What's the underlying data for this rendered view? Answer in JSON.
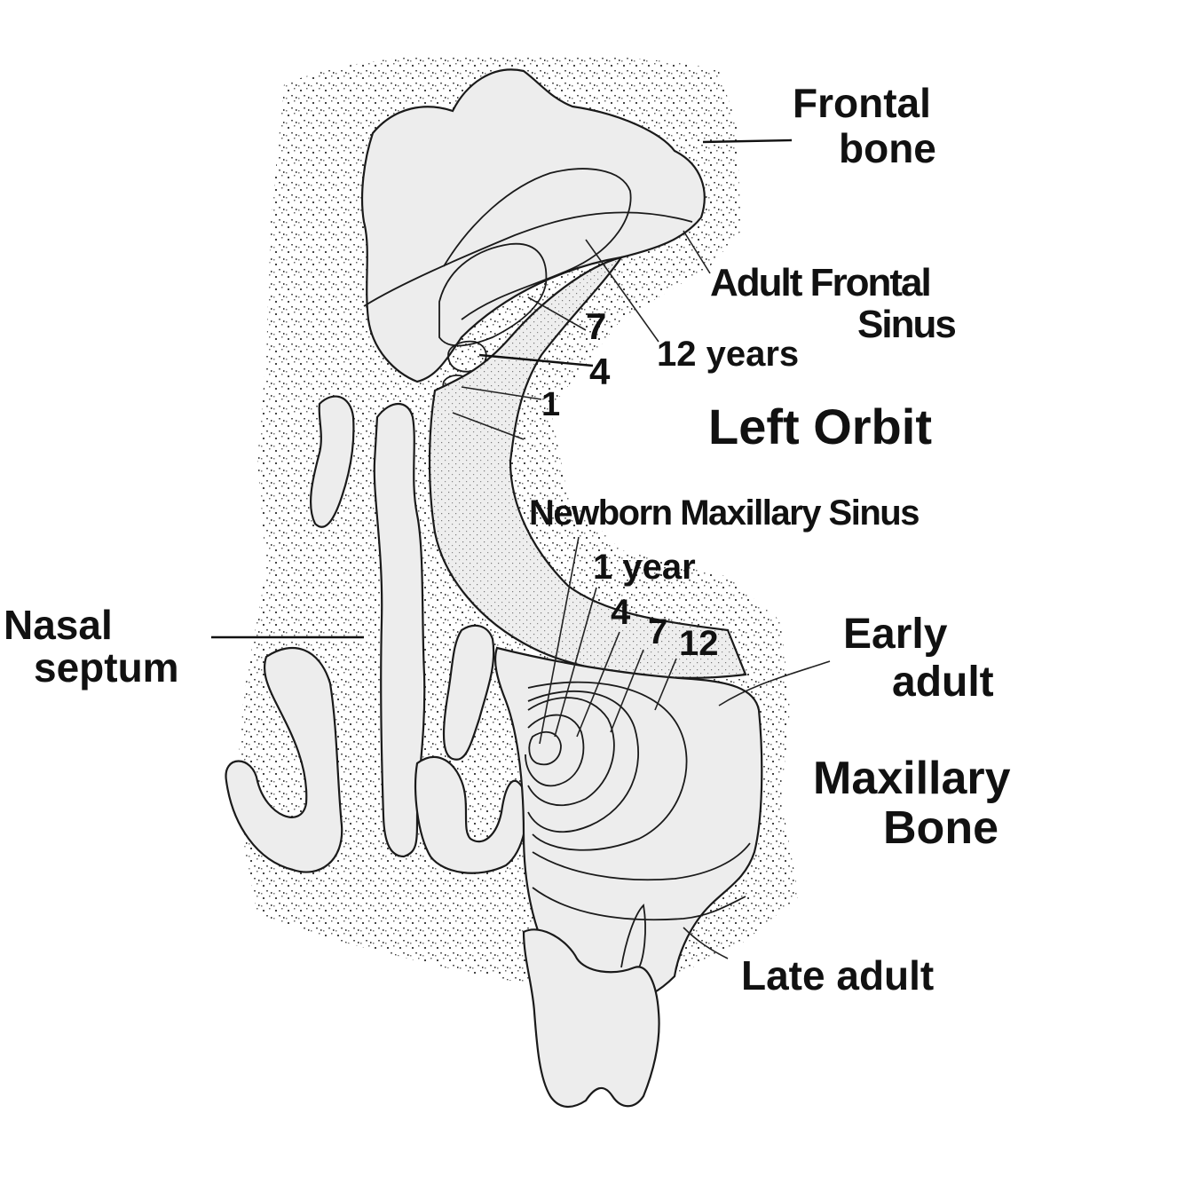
{
  "labels": {
    "frontal_bone_line1": "Frontal",
    "frontal_bone_line2": "bone",
    "adult_frontal_sinus_line1": "Adult Frontal",
    "adult_frontal_sinus_line2": "Sinus",
    "frontal_age_7": "7",
    "frontal_age_12_years": "12 years",
    "frontal_age_4": "4",
    "frontal_age_1": "1",
    "left_orbit": "Left Orbit",
    "newborn_maxillary_sinus": "Newborn Maxillary Sinus",
    "maxillary_age_1_year": "1 year",
    "maxillary_age_4": "4",
    "maxillary_age_7": "7",
    "maxillary_age_12": "12",
    "nasal_septum_line1": "Nasal",
    "nasal_septum_line2": "septum",
    "early_adult_line1": "Early",
    "early_adult_line2": "adult",
    "maxillary_bone_line1": "Maxillary",
    "maxillary_bone_line2": "Bone",
    "late_adult": "Late adult"
  },
  "colors": {
    "background": "#ffffff",
    "bone_fill": "#ededed",
    "stipple": "#555555",
    "ink": "#111111"
  }
}
